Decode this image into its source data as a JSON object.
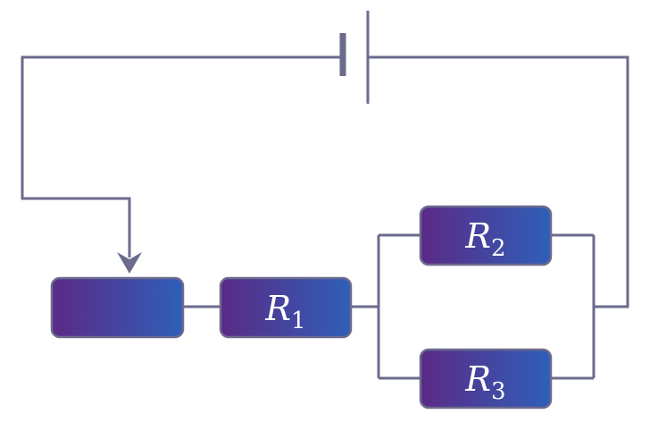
{
  "diagram": {
    "components": {
      "rheostat": {
        "label": ""
      },
      "r1": {
        "label": "R",
        "subscript": "1"
      },
      "r2": {
        "label": "R",
        "subscript": "2"
      },
      "r3": {
        "label": "R",
        "subscript": "3"
      }
    }
  },
  "colors": {
    "wire": "#6b6b8e",
    "block_left": "#5a2a86",
    "block_right": "#2f5fb8",
    "label": "#ffffff"
  }
}
